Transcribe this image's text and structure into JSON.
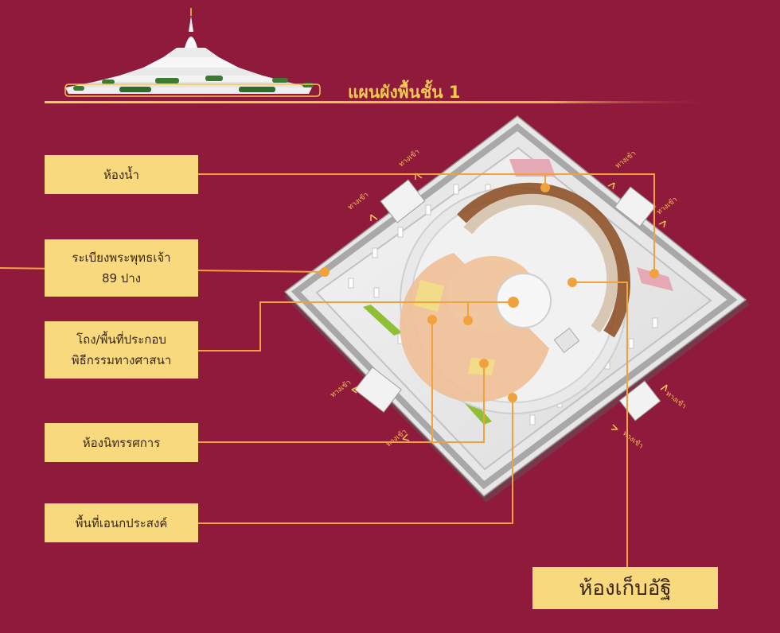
{
  "header": {
    "title": "แผนผังพื้นชั้น 1"
  },
  "labels": {
    "restroom": "ห้องน้ำ",
    "buddha": "ระเบียงพระพุทธเจ้า\n89 ปาง",
    "hall": "โถง/พื้นที่ประกอบ\nพิธีกรรมทางศาสนา",
    "exhibition": "ห้องนิทรรศการ",
    "multipurpose": "พื้นที่เอนกประสงค์",
    "relic": "ห้องเก็บอัฐิ"
  },
  "entrances": [
    "ทางเข้า",
    "ทางเข้า",
    "ทางเข้า",
    "ทางเข้า",
    "ทางเข้า",
    "ทางเข้า",
    "ทางเข้า",
    "ทางเข้า"
  ],
  "colors": {
    "background": "#8f1a3b",
    "label_fill": "#f8d97e",
    "leader_line": "#f2a23c",
    "title_gold": "#f3c852"
  }
}
